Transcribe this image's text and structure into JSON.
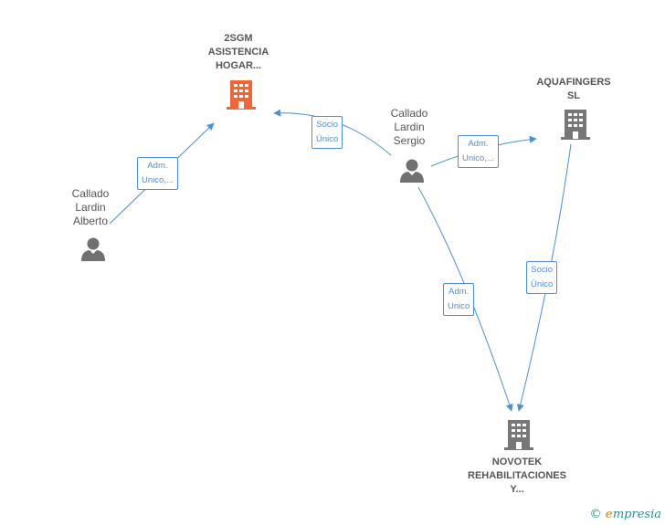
{
  "colors": {
    "edge": "#4a8fd8",
    "company_main": "#f26535",
    "company": "#777777",
    "person": "#707070"
  },
  "nodes": {
    "asistencia": {
      "label": "2SGM\nASISTENCIA\nHOGAR...",
      "type": "company-highlight"
    },
    "aquafingers": {
      "label": "AQUAFINGERS\nSL",
      "type": "company"
    },
    "novotek": {
      "label": "NOVOTEK\nREHABILITACIONES\nY...",
      "type": "company"
    },
    "sergio": {
      "label": "Callado\nLardin\nSergio",
      "type": "person"
    },
    "alberto": {
      "label": "Callado\nLardin\nAlberto",
      "type": "person"
    }
  },
  "edges": {
    "alberto_asistencia": "Adm.\nUnico,...",
    "sergio_asistencia": "Socio\nÚnico",
    "sergio_aquafingers": "Adm.\nUnico,...",
    "sergio_novotek": "Adm.\nUnico",
    "aquafingers_novotek": "Socio\nÚnico"
  },
  "footer": {
    "copyright": "©",
    "brand_e": "e",
    "brand_rest": "mpresia"
  }
}
